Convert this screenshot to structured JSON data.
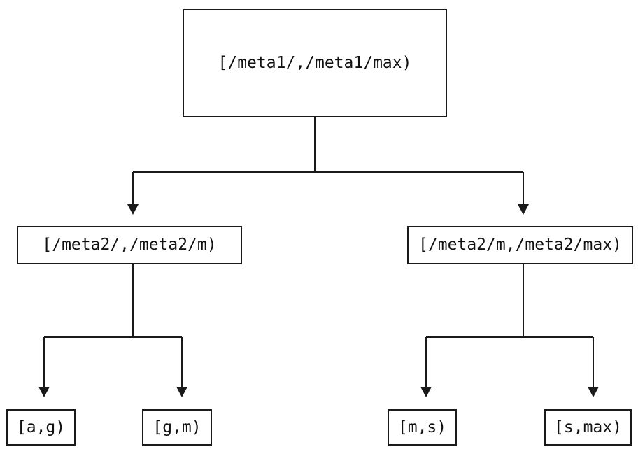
{
  "diagram": {
    "type": "tree",
    "background_color": "#ffffff",
    "line_color": "#1a1a1a",
    "text_color": "#111111",
    "nodes": {
      "root": "[/meta1/,/meta1/max)",
      "left_child": "[/meta2/,/meta2/m)",
      "right_child": "[/meta2/m,/meta2/max)",
      "leaf_ag": "[a,g)",
      "leaf_gm": "[g,m)",
      "leaf_ms": "[m,s)",
      "leaf_smax": "[s,max)"
    },
    "structure": {
      "root_children": [
        "left_child",
        "right_child"
      ],
      "left_child_children": [
        "leaf_ag",
        "leaf_gm"
      ],
      "right_child_children": [
        "leaf_ms",
        "leaf_smax"
      ]
    }
  }
}
